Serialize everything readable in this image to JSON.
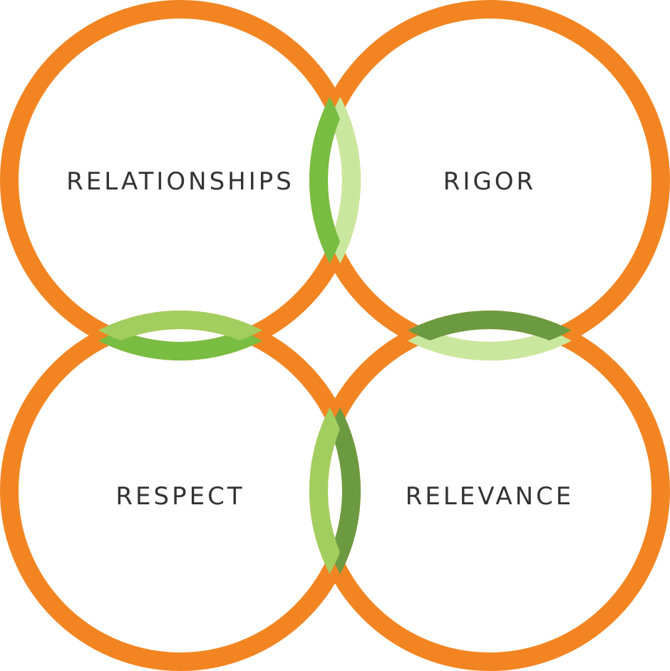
{
  "colors": {
    "ring": "#F28522",
    "overlap_relationships_rigor": "#C9E89E",
    "overlap_rigor_relationships": "#79BD42",
    "overlap_relationships_respect": "#79BD42",
    "overlap_respect_relationships": "#A2CE5F",
    "overlap_rigor_relevance": "#C9E89E",
    "overlap_relevance_rigor": "#6C9A40",
    "overlap_respect_relevance": "#6C9A40",
    "overlap_relevance_respect": "#A2CE5F"
  },
  "circles": [
    {
      "id": "relationships",
      "label": "RELATIONSHIPS"
    },
    {
      "id": "rigor",
      "label": "RIGOR"
    },
    {
      "id": "respect",
      "label": "RESPECT"
    },
    {
      "id": "relevance",
      "label": "RELEVANCE"
    }
  ]
}
